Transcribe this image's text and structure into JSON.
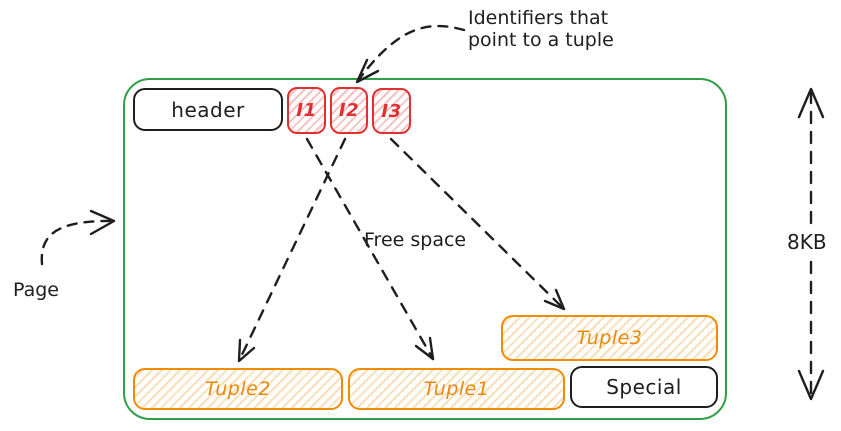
{
  "diagram": {
    "page": {
      "header_label": "header",
      "special_label": "Special",
      "free_space_label": "Free space"
    },
    "identifiers": [
      {
        "label": "I1"
      },
      {
        "label": "I2"
      },
      {
        "label": "I3"
      }
    ],
    "tuples": [
      {
        "label": "Tuple2"
      },
      {
        "label": "Tuple1"
      },
      {
        "label": "Tuple3"
      }
    ],
    "annotations": {
      "identifiers_note_line1": "Identifiers that",
      "identifiers_note_line2": "point to a tuple",
      "page_pointer_label": "Page",
      "page_size_label": "8KB"
    },
    "colors": {
      "page_border_green": "#2f9e44",
      "identifier_red": "#e03131",
      "tuple_orange": "#f08c00",
      "tuple_text_orange": "#e8890c",
      "ink_black": "#1e1e1e"
    }
  }
}
